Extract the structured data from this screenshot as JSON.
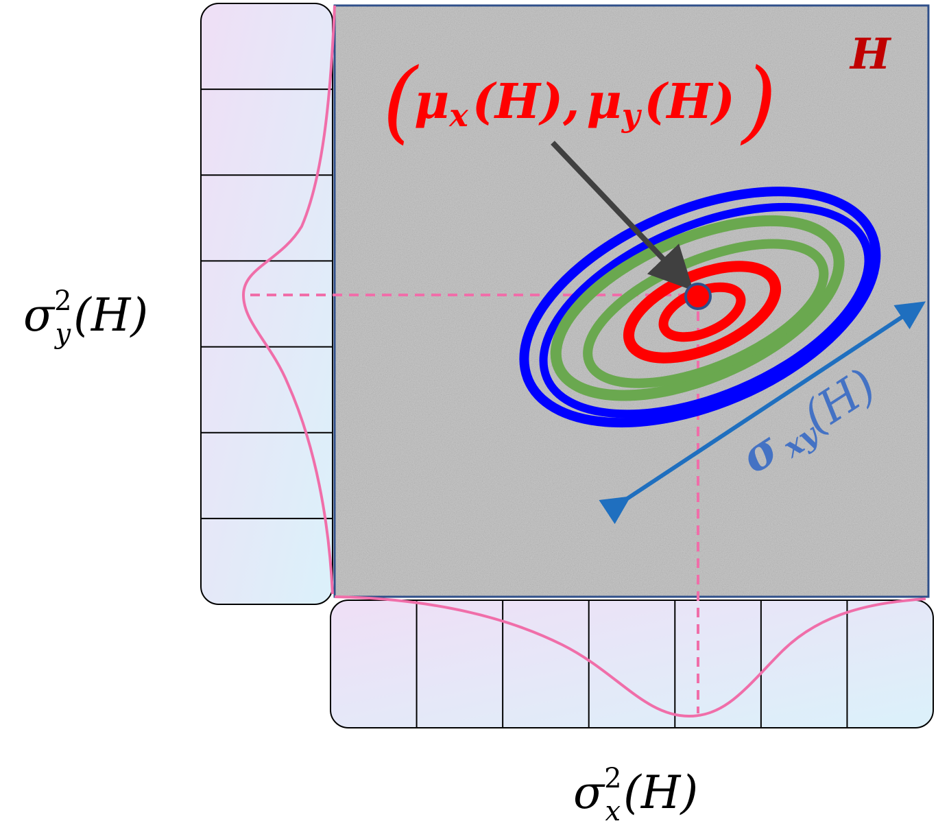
{
  "panel_label": "H",
  "mean_label": {
    "open": "(",
    "mu": "μ",
    "x_sub": "x",
    "arg1": "(H),",
    "y_sub": "y",
    "arg2": "(H)",
    "close": ")"
  },
  "covariance_label": {
    "sigma": "σ",
    "sub": "xy",
    "arg": "(H)"
  },
  "variance_x_label": {
    "sigma": "σ",
    "sup": "2",
    "sub": "x",
    "arg": "(H)"
  },
  "variance_y_label": {
    "sigma": "σ",
    "sup": "2",
    "sub": "y",
    "arg": "(H)"
  },
  "histogram_bins": {
    "vertical": 7,
    "horizontal": 7
  },
  "colors": {
    "panel_border": "#2f4f8a",
    "panel_fill": "#c9c9c9",
    "panel_label": "#c00000",
    "mean_label": "#ff0000",
    "outer_ring": "#0000ff",
    "middle_ring": "#6aa84f",
    "inner_ring": "#ff0000",
    "center_dot": "#ff0000",
    "center_dot_border": "#2f4f8a",
    "pointer_arrow": "#404040",
    "covariance_arrow": "#1f6fbf",
    "covariance_label": "#4472c4",
    "marginal_curve": "#f06ea9",
    "histogram_fill_start": "#efdff6",
    "histogram_fill_end": "#dbf1fa"
  }
}
